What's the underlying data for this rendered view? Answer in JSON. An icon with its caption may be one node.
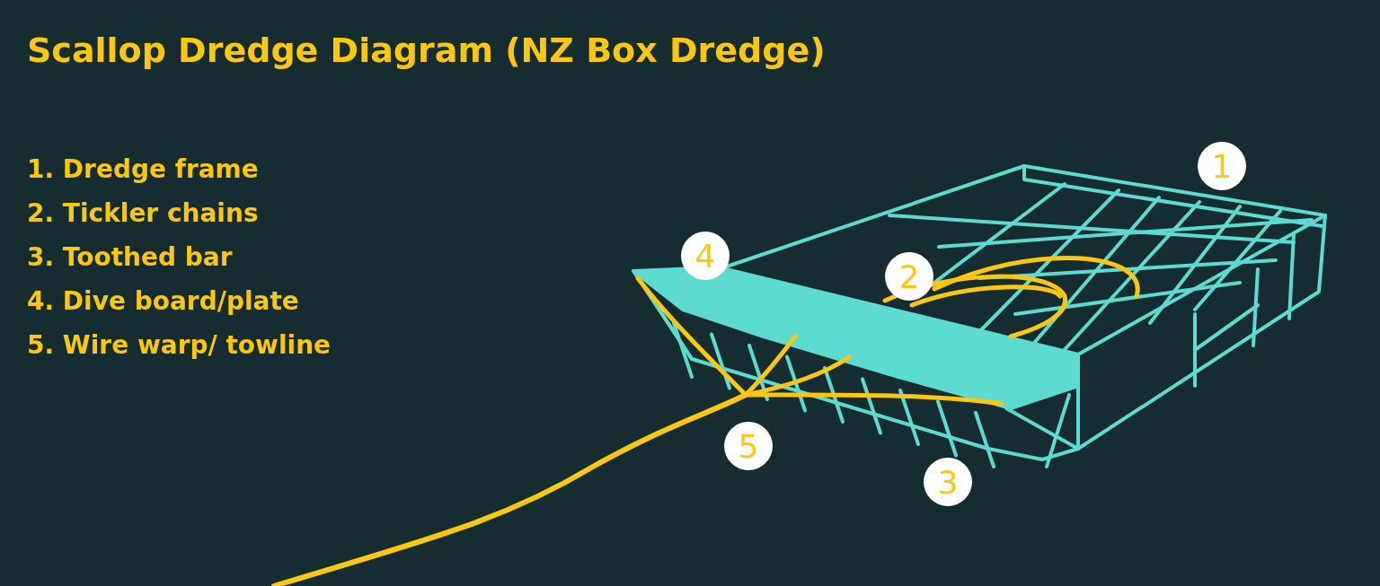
{
  "diagram": {
    "title": "Scallop Dredge Diagram (NZ Box Dredge)",
    "nodes": [
      {
        "text": [
          "1"
        ]
      },
      {
        "text": [
          "4"
        ]
      },
      {
        "text": [
          "2"
        ]
      },
      {
        "text": [
          "5"
        ]
      },
      {
        "text": [
          "3"
        ]
      }
    ],
    "labels": [
      "1. Dredge frame",
      "2. Tickler chains",
      "3. Toothed bar",
      "4. Dive board/plate",
      "5. Wire warp/ towline"
    ]
  }
}
